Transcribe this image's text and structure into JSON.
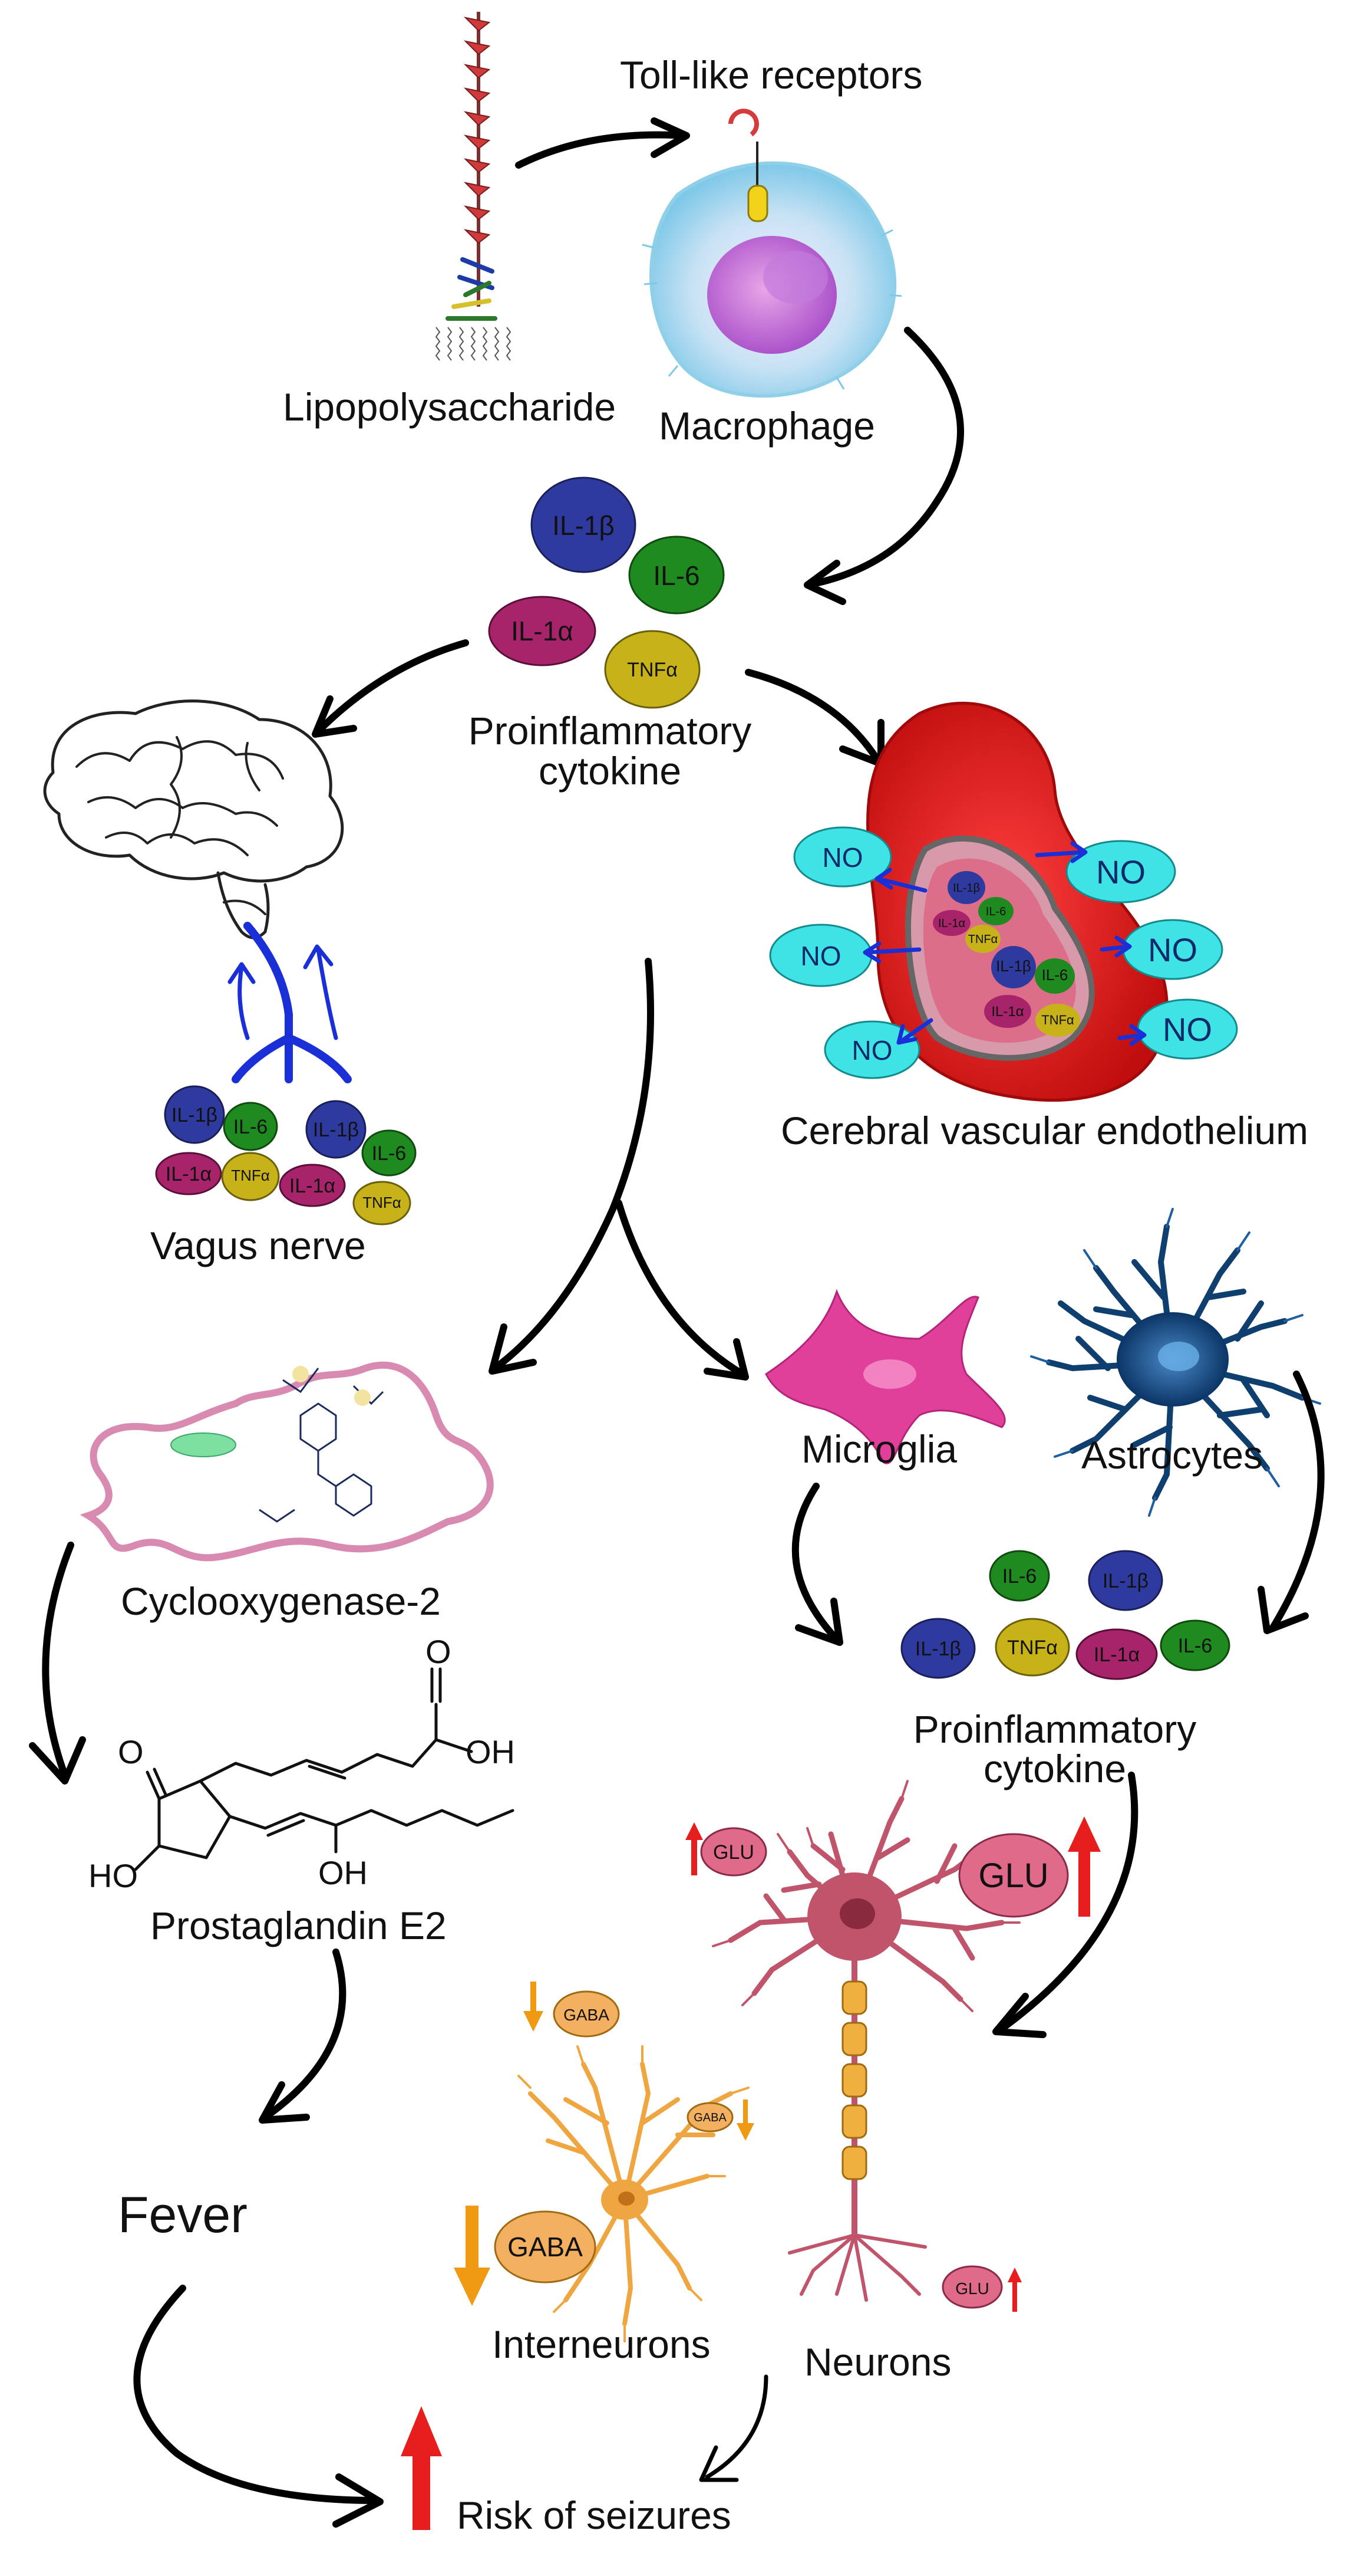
{
  "labels": {
    "toll_like_receptors": "Toll-like receptors",
    "lipopolysaccharide": "Lipopolysaccharide",
    "macrophage": "Macrophage",
    "proinflammatory_top_line1": "Proinflammatory",
    "proinflammatory_top_line2": "cytokine",
    "vagus_nerve": "Vagus nerve",
    "cerebral_vascular_endothelium": "Cerebral vascular endothelium",
    "microglia": "Microglia",
    "astrocytes": "Astrocytes",
    "cyclooxygenase_2": "Cyclooxygenase-2",
    "proinflammatory_mid_line1": "Proinflammatory",
    "proinflammatory_mid_line2": "cytokine",
    "prostaglandin_e2": "Prostaglandin E2",
    "fever": "Fever",
    "interneurons": "Interneurons",
    "neurons": "Neurons",
    "risk_of_seizures": "Risk of seizures"
  },
  "cytokines": {
    "il1b": "IL-1β",
    "il6": "IL-6",
    "il1a": "IL-1α",
    "tnfa": "TNFα"
  },
  "chemistry": {
    "oh": "OH",
    "ho": "HO",
    "o": "O"
  },
  "molecules": {
    "no": "NO",
    "glu": "GLU",
    "gaba": "GABA"
  },
  "colors": {
    "il1b": "#2f3a9e",
    "il6": "#1f8a1f",
    "il1a": "#a8246a",
    "tnfa": "#c7b21a",
    "no": "#3fe3e6",
    "vessel": "#e01616",
    "microglia": "#e0409a",
    "astrocyte": "#0e3f6e",
    "neuron": "#c0546a",
    "interneuron": "#f0a640",
    "glu": "#e06a8a",
    "gaba": "#f3b060",
    "up_arrow": "#e61e1e",
    "down_arrow": "#f09a14"
  }
}
